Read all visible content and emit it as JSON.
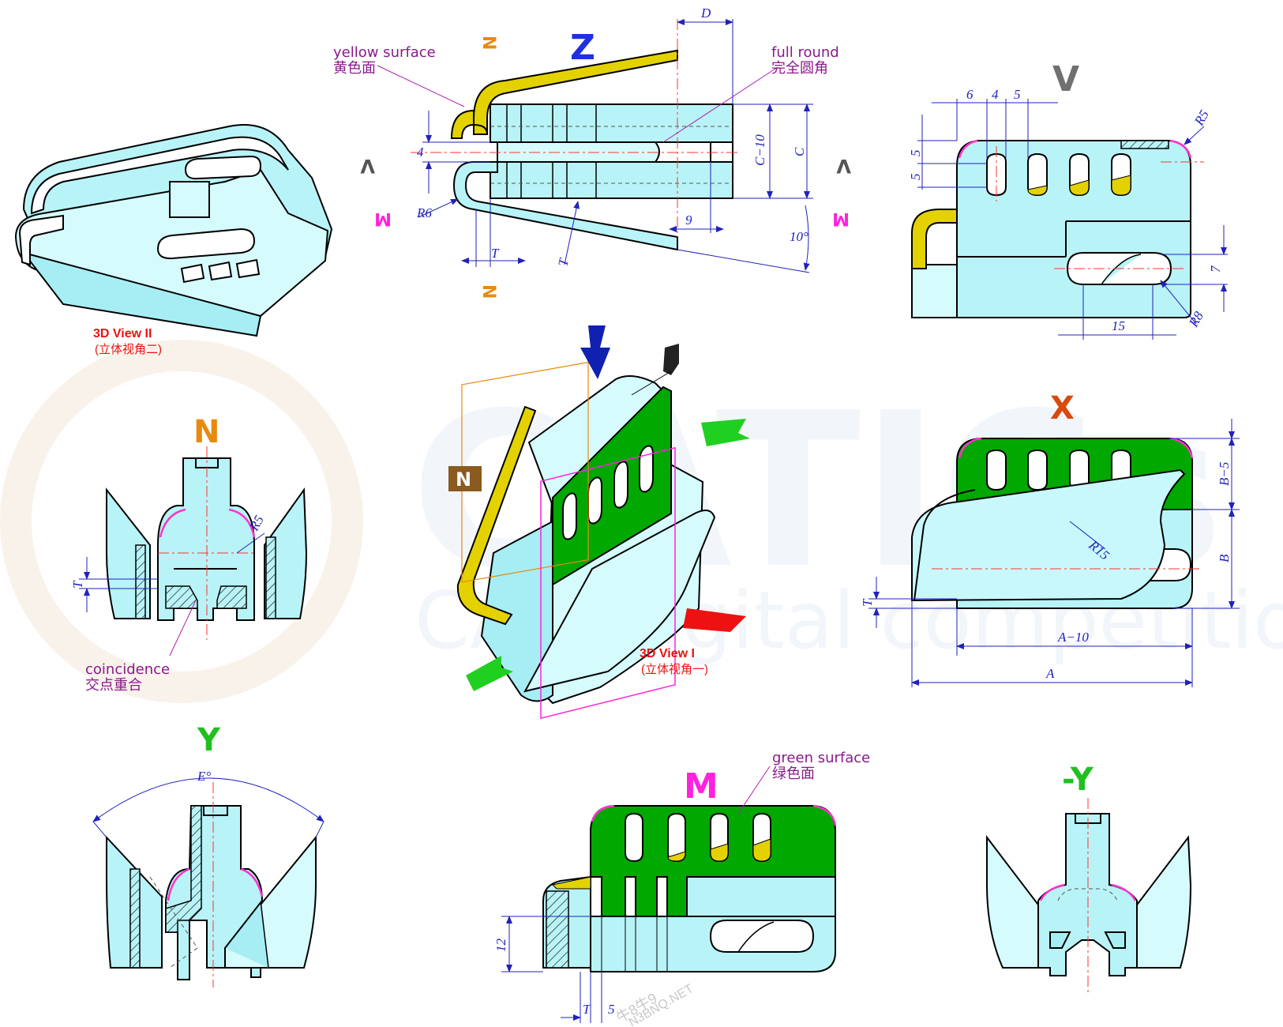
{
  "watermark": {
    "main": "CATICs",
    "sub": "CAD digital competition",
    "stamp": "牛8牛9",
    "stamp_url": "N3BNQ.NET"
  },
  "views": {
    "Z": {
      "label": "Z",
      "color": "#2030e0",
      "section_label": "N",
      "side_label": "V",
      "m_label": "M"
    },
    "V": {
      "label": "V",
      "color": "#707070"
    },
    "N": {
      "label": "N",
      "color": "#e88a10"
    },
    "X": {
      "label": "X",
      "color": "#d84a10"
    },
    "Y": {
      "label": "Y",
      "color": "#20c020"
    },
    "M": {
      "label": "M",
      "color": "#ff22dd"
    },
    "negY": {
      "label": "-Y",
      "color": "#20c020"
    }
  },
  "annotations": {
    "yellow_surface_en": "yellow surface",
    "yellow_surface_cn": "黄色面",
    "full_round_en": "full round",
    "full_round_cn": "完全圆角",
    "coincidence_en": "coincidence",
    "coincidence_cn": "交点重合",
    "green_surface_en": "green surface",
    "green_surface_cn": "绿色面",
    "view3d_2_en": "3D View II",
    "view3d_2_cn": "(立体视角二)",
    "view3d_1_en": "3D View I",
    "view3d_1_cn": "(立体视角一)"
  },
  "dimensions": {
    "Z": {
      "D": "D",
      "four": "4",
      "C10": "C−10",
      "C": "C",
      "R6": "R6",
      "T1": "T",
      "T2": "T",
      "nine": "9",
      "angle": "10°"
    },
    "V": {
      "six": "6",
      "four": "4",
      "five_top": "5",
      "five_a": "5",
      "five_b": "5",
      "R5": "R5",
      "seven": "7",
      "R8": "R8",
      "fifteen": "15"
    },
    "N": {
      "R5": "R5",
      "T": "T"
    },
    "X": {
      "B5": "B−5",
      "B": "B",
      "R15": "R15",
      "T": "T",
      "A10": "A−10",
      "A": "A"
    },
    "Y": {
      "E": "E°"
    },
    "M": {
      "twelve": "12",
      "T": "T",
      "five": "5"
    }
  },
  "colors": {
    "part": "#b8f3f7",
    "green": "#00a800",
    "yellow": "#e3d200",
    "dimension": "#2222bb",
    "centerline": "#ff3333",
    "note": "#8a1a8a",
    "red_title": "#ee1111"
  }
}
